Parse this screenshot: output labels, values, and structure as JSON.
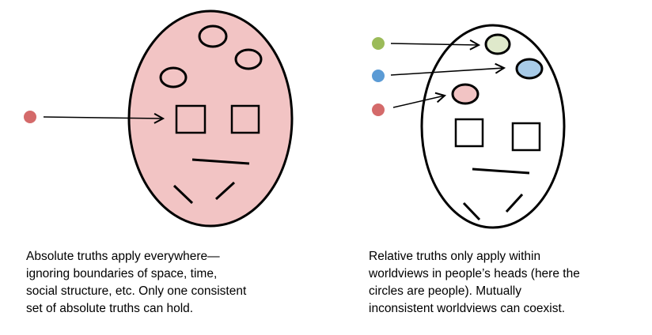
{
  "colors": {
    "stroke": "#000000",
    "left_head_fill": "#f2c4c4",
    "right_head_fill": "#ffffff",
    "red_person": "#d46a6a",
    "blue_person": "#5b9bd5",
    "green_person": "#9bbb59",
    "green_light": "#dfe9cb",
    "blue_light": "#a8cbe8",
    "pink_light": "#f2c4c4"
  },
  "icons": {
    "person_dot": "filled-circle",
    "head": "ellipse-outline",
    "arrow": "line-arrow"
  },
  "captions": {
    "left": [
      "Absolute truths apply everywhere—",
      "ignoring boundaries of space, time,",
      "social structure, etc. Only one consistent",
      "set of absolute truths can hold."
    ],
    "right": [
      "Relative truths only apply within",
      "worldviews in people’s heads (here the",
      "circles are people). Mutually",
      "inconsistent worldviews can coexist."
    ]
  }
}
